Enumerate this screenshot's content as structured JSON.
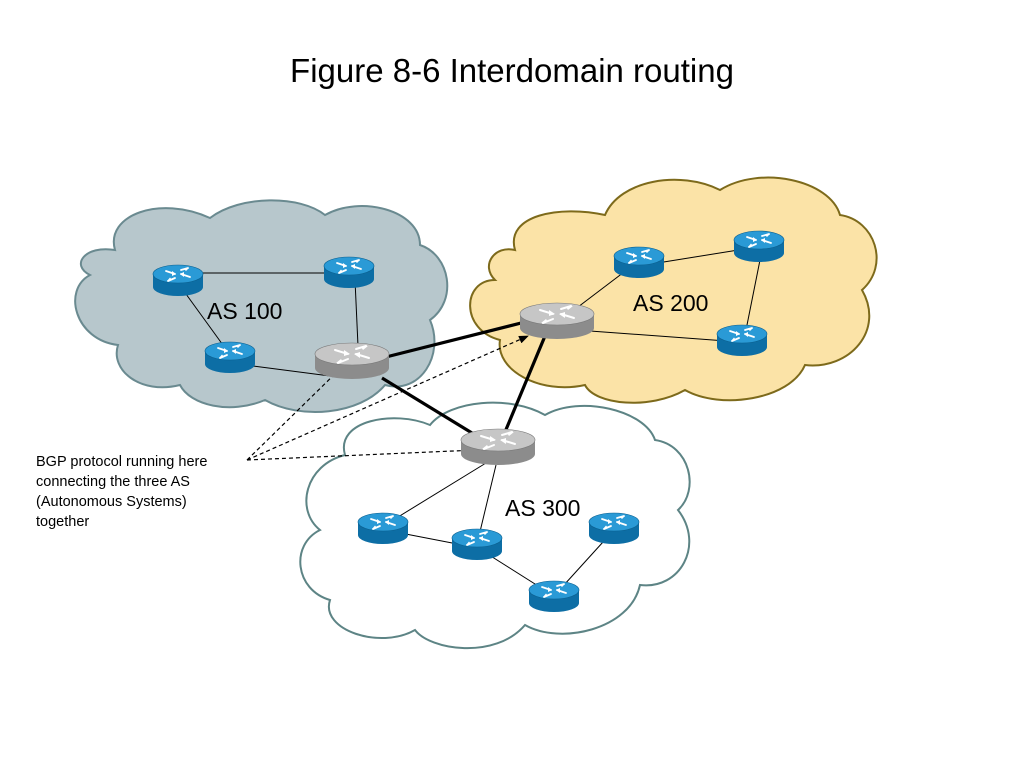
{
  "title": "Figure 8-6 Interdomain routing",
  "domains": [
    {
      "label": "AS 100",
      "fill": "#b7c7cc",
      "stroke": "#6a8a90"
    },
    {
      "label": "AS 200",
      "fill": "#fbe3a7",
      "stroke": "#7d6a1b"
    },
    {
      "label": "AS 300",
      "fill": "#ffffff",
      "stroke": "#5d8485"
    }
  ],
  "annotation": {
    "lines": [
      "BGP protocol running here",
      "connecting the three AS",
      "(Autonomous Systems)",
      "together"
    ]
  },
  "colors": {
    "router_blue": "#1486c4",
    "border_router_gray": "#a6a6a6",
    "bgp_link": "#000000"
  },
  "icons": [
    "router-icon",
    "border-router-icon"
  ]
}
